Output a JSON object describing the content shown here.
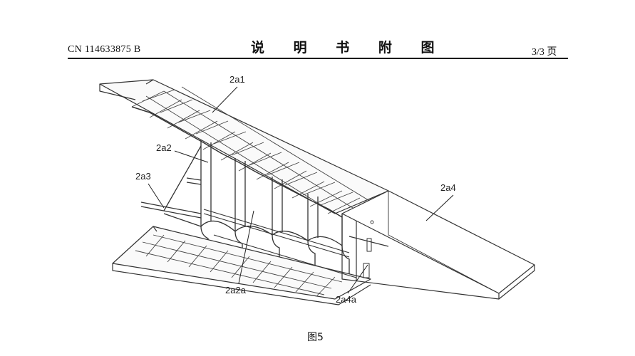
{
  "header": {
    "patent_number": "CN 114633875 B",
    "title": "说 明 书 附 图",
    "page": "3/3 页"
  },
  "figure": {
    "labels": {
      "a1": "2a1",
      "a2": "2a2",
      "a3": "2a3",
      "a4": "2a4",
      "a2a": "2a2a",
      "a4a": "2a4a"
    },
    "caption": "图5"
  }
}
